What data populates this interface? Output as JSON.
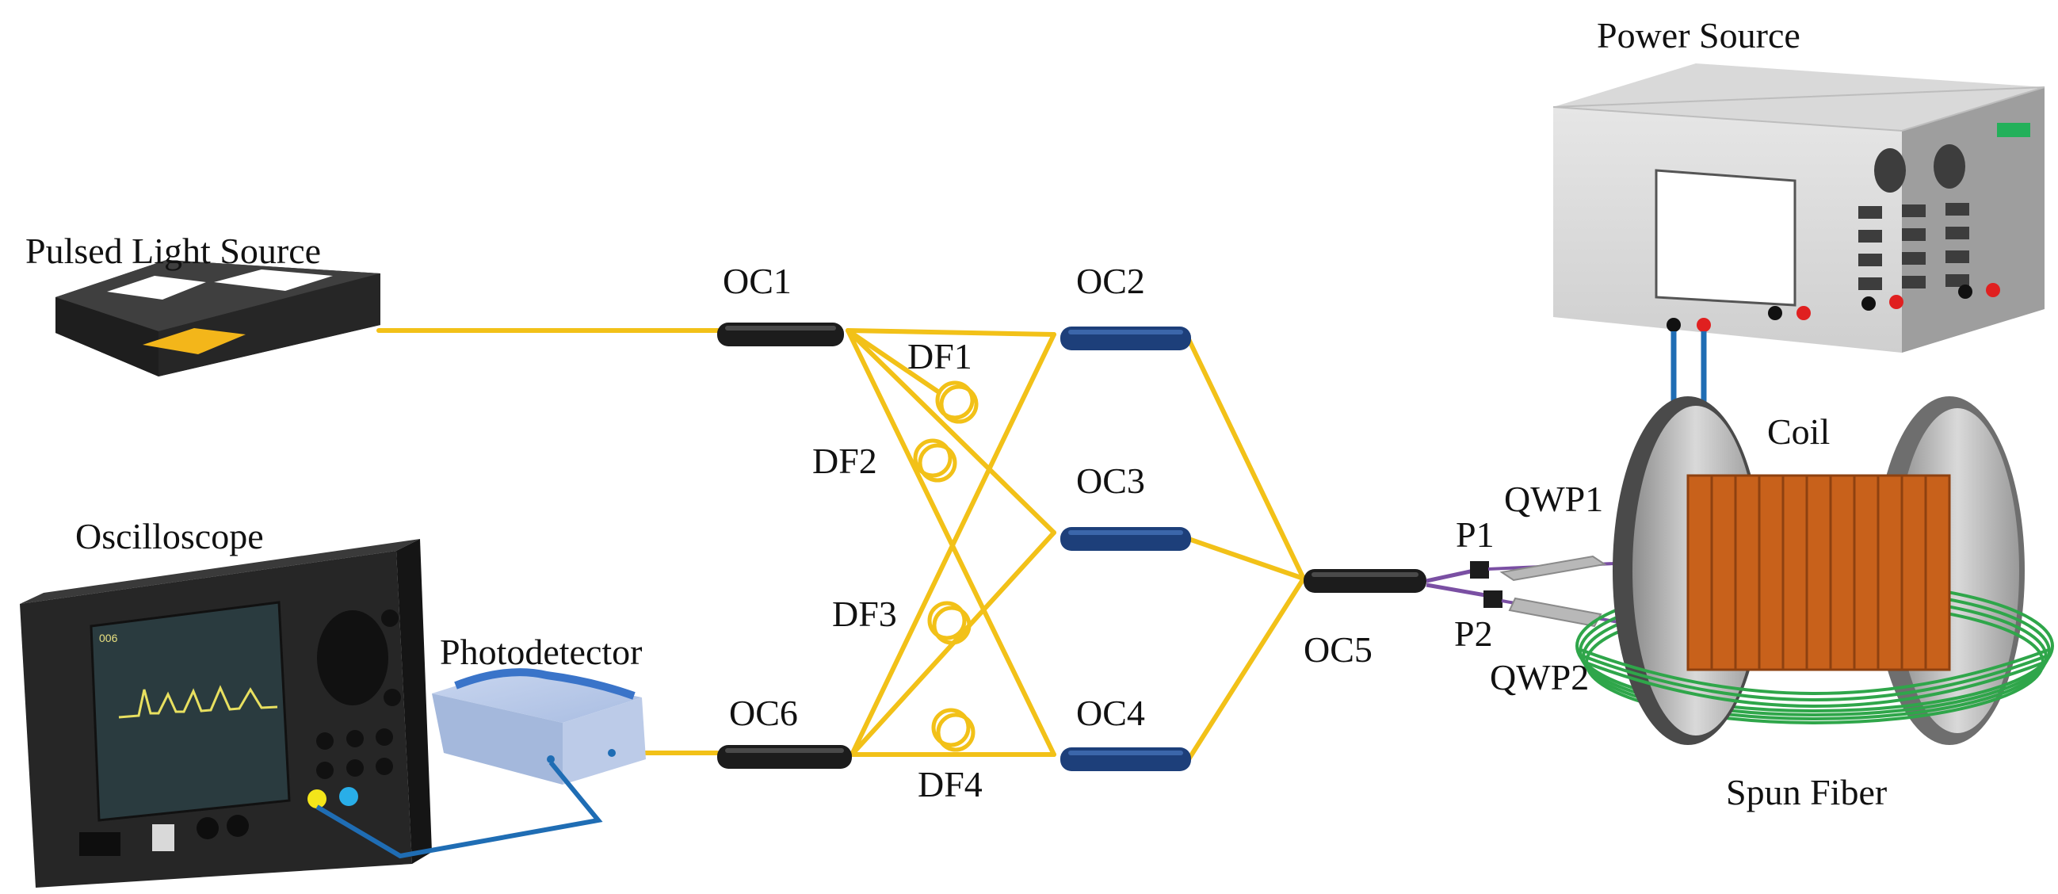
{
  "labels": {
    "pulsed_light_source": "Pulsed Light Source",
    "oscilloscope": "Oscilloscope",
    "photodetector": "Photodetector",
    "power_source": "Power Source",
    "coil": "Coil",
    "spun_fiber": "Spun Fiber",
    "oc1": "OC1",
    "oc2": "OC2",
    "oc3": "OC3",
    "oc4": "OC4",
    "oc5": "OC5",
    "oc6": "OC6",
    "df1": "DF1",
    "df2": "DF2",
    "df3": "DF3",
    "df4": "DF4",
    "p1": "P1",
    "p2": "P2",
    "qwp1": "QWP1",
    "qwp2": "QWP2"
  },
  "oscilloscope_screen": {
    "readout": "006"
  },
  "colors": {
    "fiber": "#f2c118",
    "cable_blue": "#1f6db4",
    "coupler_black": "#1c1c1c",
    "coupler_blue": "#1d3f7a",
    "coil_copper": "#c8611b",
    "spun_fiber_green": "#2fa64a",
    "qwp_purple": "#7a4fa3"
  }
}
